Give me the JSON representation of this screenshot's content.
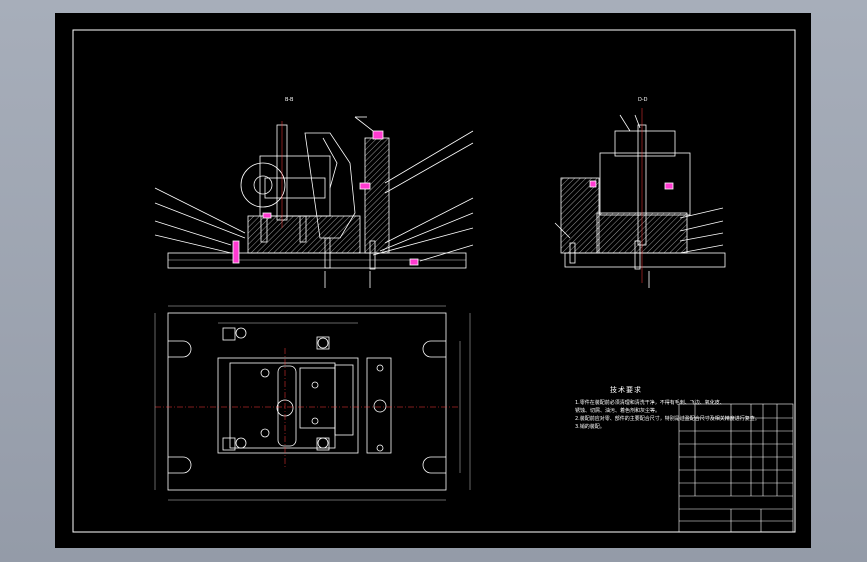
{
  "drawing": {
    "section_label_left": "B-B",
    "section_label_right": "D-D",
    "technical_requirements": {
      "title": "技术要求",
      "lines": [
        "1.零件在装配前必须清理和清洗干净，不得有毛刺、飞边、氧化皮、",
        "锈蚀、切屑、油污、着色剂和灰尘等。",
        "2.装配前应对零、部件的主要配合尺寸，特别是过盈配合尺寸及相关精度进行复查。",
        "3.销的装配。"
      ]
    },
    "colors": {
      "background": "#000000",
      "line": "#ffffff",
      "centerline": "#ff3b3b",
      "dimension": "#ffffff",
      "highlight": "#ff3bd0",
      "viewport": "#9ea5b1"
    }
  }
}
